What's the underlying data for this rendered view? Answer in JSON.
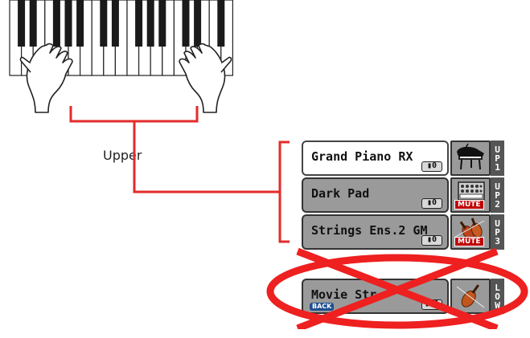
{
  "upper_label": "Upper",
  "upper_tracks": [
    {
      "name": "Grand Piano RX",
      "octave": "0",
      "track": [
        "U",
        "P",
        "1"
      ],
      "icon": "grand-piano-icon",
      "muted": false,
      "mute_label": "",
      "selected": true
    },
    {
      "name": "Dark Pad",
      "octave": "0",
      "track": [
        "U",
        "P",
        "2"
      ],
      "icon": "synth-pad-icon",
      "muted": true,
      "mute_label": "MUTE",
      "selected": false
    },
    {
      "name": "Strings Ens.2 GM",
      "octave": "0",
      "track": [
        "U",
        "P",
        "3"
      ],
      "icon": "strings-icon",
      "muted": true,
      "mute_label": "MUTE",
      "selected": false
    }
  ],
  "lower_track": {
    "name": "Movie Str",
    "badge": "BACK",
    "octave": "+1",
    "track": [
      "L",
      "O",
      "W"
    ],
    "icon": "violin-icon",
    "crossed_out": true
  },
  "colors": {
    "bracket": "#e32b2b",
    "cross": "#ee2020",
    "panel_gray": "#9a9a9a",
    "mute": "#c00000"
  }
}
